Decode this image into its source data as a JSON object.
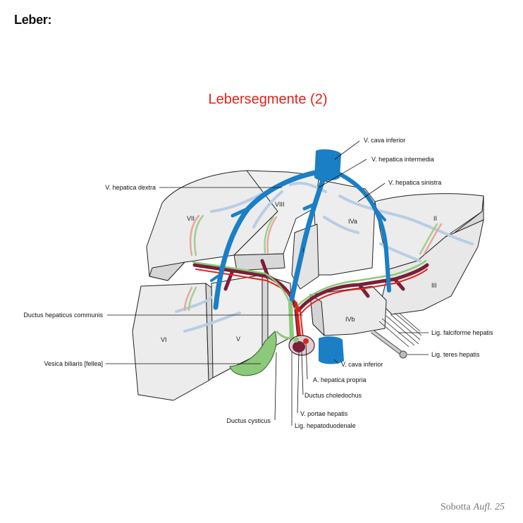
{
  "header": {
    "title": "Leber:"
  },
  "figure": {
    "title": "Lebersegmente (2)"
  },
  "segments": {
    "I": "I",
    "II": "II",
    "III": "III",
    "IVa": "IVa",
    "IVb": "IVb",
    "V": "V",
    "VI": "VI",
    "VII": "VII",
    "VIII": "VIII"
  },
  "labels": {
    "v_cava_inferior_top": "V. cava inferior",
    "v_hepatica_intermedia": "V. hepatica intermedia",
    "v_hepatica_sinistra": "V. hepatica sinistra",
    "v_hepatica_dextra": "V. hepatica dextra",
    "ductus_hepaticus_communis": "Ductus hepaticus communis",
    "vesica_biliaris": "Vesica biliaris [fellea]",
    "lig_falciforme": "Lig. falciforme hepatis",
    "lig_teres": "Lig. teres hepatis",
    "v_cava_inferior_bottom": "V. cava inferior",
    "a_hepatica_propria": "A. hepatica propria",
    "ductus_choledochus": "Ductus choledochus",
    "ductus_cysticus": "Ductus cysticus",
    "v_portae_hepatis": "V. portae hepatis",
    "lig_hepatoduodenale": "Lig. hepatoduodenale"
  },
  "credit": {
    "publisher": "Sobotta",
    "edition": "Aufl. 25"
  },
  "colors": {
    "title_red": "#e2231a",
    "liver_fill": "#ebebeb",
    "liver_fill_dark": "#dcdcdc",
    "vein_blue": "#1a7fc4",
    "vein_light": "#b9cde3",
    "portal_dark": "#7a1f3a",
    "artery_red": "#e2231a",
    "bile_green": "#8cc97a"
  }
}
